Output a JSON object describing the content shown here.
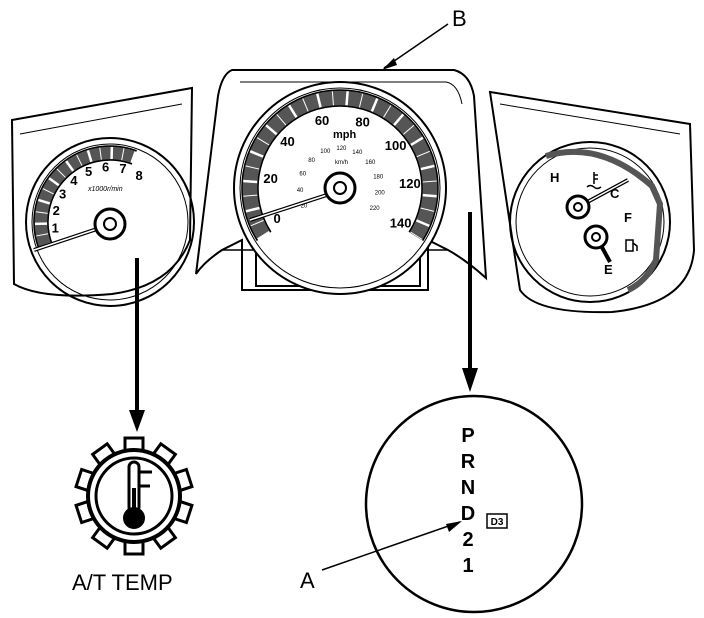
{
  "callouts": {
    "a": "A",
    "b": "B"
  },
  "tachometer": {
    "ticks": [
      "1",
      "2",
      "3",
      "4",
      "5",
      "6",
      "7",
      "8"
    ],
    "unit": "x1000r/min"
  },
  "speedometer": {
    "mph_ticks": [
      "0",
      "20",
      "40",
      "60",
      "80",
      "100",
      "120",
      "140"
    ],
    "mph_unit": "mph",
    "kmh_ticks": [
      "20",
      "40",
      "60",
      "80",
      "100",
      "120",
      "140",
      "160",
      "180",
      "200",
      "220"
    ],
    "kmh_unit": "km/h"
  },
  "combo_gauge": {
    "temp_hot": "H",
    "temp_cold": "C",
    "fuel_full": "F",
    "fuel_empty": "E",
    "temp_icon": "coolant-temp-icon",
    "fuel_icon": "fuel-pump-icon"
  },
  "at_temp": {
    "label": "A/T TEMP",
    "icon": "at-temp-gear-icon"
  },
  "gear_indicator": {
    "positions": [
      "P",
      "R",
      "N",
      "D",
      "2",
      "1"
    ],
    "d3_badge": "D3"
  },
  "colors": {
    "ink": "#000000",
    "background": "#ffffff",
    "gauge_band": "#555555"
  }
}
